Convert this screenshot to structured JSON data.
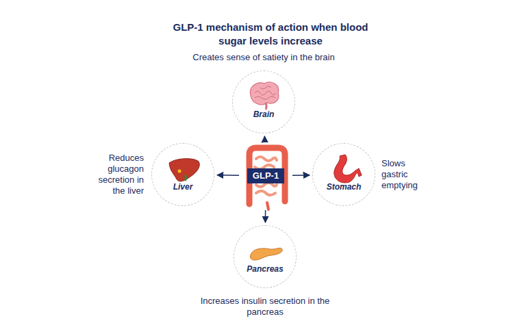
{
  "diagram": {
    "title": "GLP-1 mechanism of action when blood sugar levels increase",
    "nodes": [
      {
        "text": [
          "Brain",
          "Creates sense of satiety in the brain"
        ]
      },
      {
        "text": [
          "Liver",
          "Reduces glucagon secretion in the liver"
        ]
      },
      {
        "text": [
          "GLP-1"
        ]
      },
      {
        "text": [
          "Stomach",
          "Slows gastric emptying"
        ]
      },
      {
        "text": [
          "Pancreas",
          "Increases insulin secretion in the pancreas"
        ]
      }
    ],
    "edges": [
      {
        "from": 2,
        "to": 0,
        "arrow": "to"
      },
      {
        "from": 2,
        "to": 1,
        "arrow": "to"
      },
      {
        "from": 2,
        "to": 3,
        "arrow": "to"
      },
      {
        "from": 2,
        "to": 4,
        "arrow": "to"
      }
    ]
  }
}
